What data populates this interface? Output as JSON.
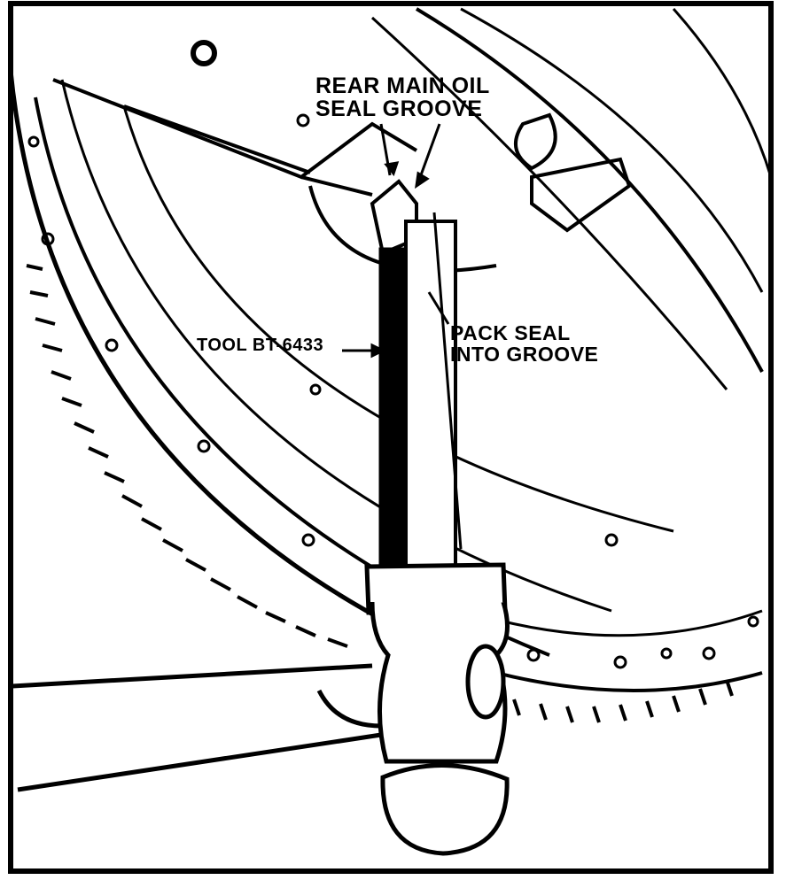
{
  "figure": {
    "callouts": {
      "rear_main_oil_seal_groove": {
        "line1": "REAR  MAIN OIL",
        "line2": "SEAL GROOVE"
      },
      "tool": {
        "text": "TOOL BT-6433"
      },
      "pack_seal": {
        "line1": "PACK SEAL",
        "line2": "INTO GROOVE"
      }
    }
  },
  "colors": {
    "ink": "#000000",
    "paper": "#ffffff"
  }
}
